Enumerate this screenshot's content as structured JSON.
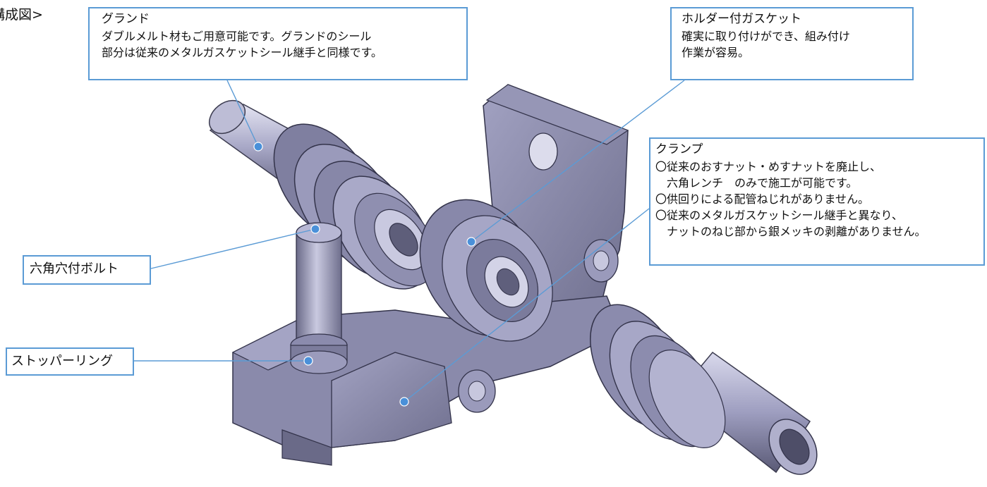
{
  "page": {
    "title": "構成図>"
  },
  "colors": {
    "callout_border": "#5b9bd5",
    "leader_line": "#5b9bd5",
    "marker_dot": "#4a90d9",
    "metal_light": "#b9b9d6",
    "metal_mid": "#8d8db0",
    "metal_dark": "#55556e"
  },
  "callouts": {
    "gland": {
      "heading": "グランド",
      "lines": [
        "ダブルメルト材もご用意可能です。グランドのシール",
        "部分は従来のメタルガスケットシール継手と同様です。"
      ]
    },
    "holder_gasket": {
      "heading": "ホルダー付ガスケット",
      "lines": [
        "確実に取り付けができ、組み付け",
        "作業が容易。"
      ]
    },
    "clamp": {
      "heading": "クランプ",
      "lines": [
        "〇従来のおすナット・めすナットを廃止し、",
        "　六角レンチ　のみで施工が可能です。",
        "〇供回りによる配管ねじれがありません。",
        "〇従来のメタルガスケットシール継手と異なり、",
        "　ナットのねじ部から銀メッキの剥離がありません。"
      ]
    },
    "hex_bolt": {
      "heading": "六角穴付ボルト"
    },
    "stopper_ring": {
      "heading": "ストッパーリング"
    }
  }
}
